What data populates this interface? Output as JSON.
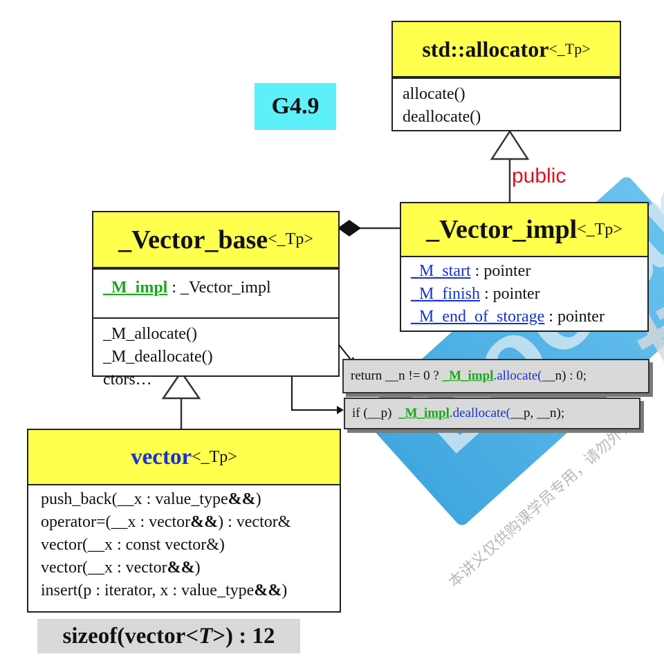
{
  "version_badge": "G4.9",
  "allocator": {
    "name": "std::allocator",
    "template": "<_Tp>",
    "methods": [
      "allocate()",
      "deallocate()"
    ]
  },
  "inheritance_label": "public",
  "vector_base": {
    "name": "_Vector_base",
    "template": "<_Tp>",
    "member_name": "_M_impl",
    "member_type": " : _Vector_impl",
    "methods": [
      "_M_allocate()",
      "_M_deallocate()",
      "ctors…"
    ]
  },
  "vector_impl": {
    "name": "_Vector_impl",
    "template": "<_Tp>",
    "members": [
      {
        "name": "_M_start",
        "type": " : pointer"
      },
      {
        "name": "_M_finish",
        "type": " : pointer"
      },
      {
        "name": "_M_end_of_storage",
        "type": " : pointer"
      }
    ]
  },
  "code_allocate": {
    "prefix": "return __n != 0 ? ",
    "impl": "_M_impl",
    "call": ".allocate(",
    "arg": "__n",
    "suffix": ") : 0;"
  },
  "code_deallocate": {
    "prefix": "if (__p)  ",
    "impl": "_M_impl",
    "call": ".deallocate(",
    "arg": "__p, __n",
    "suffix": ");"
  },
  "vector": {
    "name": "vector",
    "template": "<_Tp>",
    "methods": [
      {
        "pre": "push_back(__x : value_type",
        "bold": "&&",
        "post": ")"
      },
      {
        "pre": "operator=(__x : vector",
        "bold": "&&",
        "post": ") : vector&"
      },
      {
        "pre": "vector(__x : const vector&)",
        "bold": "",
        "post": ""
      },
      {
        "pre": "vector(__x : vector",
        "bold": "&&",
        "post": ")"
      },
      {
        "pre": "insert(p : iterator, x : value_type",
        "bold": "&&",
        "post": ")"
      }
    ]
  },
  "sizeof": {
    "pre": "sizeof(vector<",
    "italic": "T",
    "post": ">) : 12"
  },
  "watermark": {
    "logo": "Boolan",
    "text": "本讲义仅供购课学员专用，请勿外传",
    "corner": "博"
  }
}
